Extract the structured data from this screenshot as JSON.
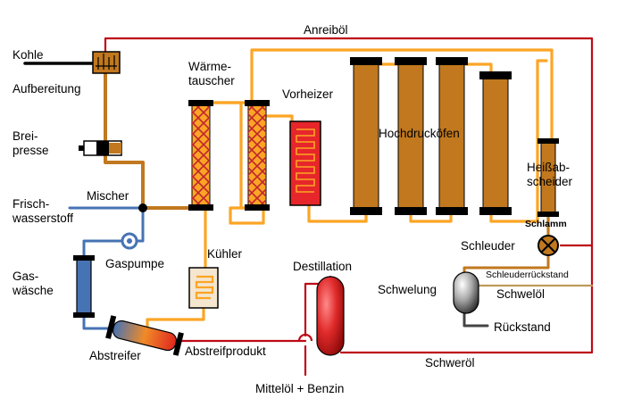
{
  "labels": {
    "kohle": "Kohle",
    "aufbereitung": "Aufbereitung",
    "brei1": "Brei-",
    "brei2": "presse",
    "frisch1": "Frisch-",
    "frisch2": "wasserstoff",
    "mischer": "Mischer",
    "gaspumpe": "Gaspumpe",
    "gas1": "Gas-",
    "gas2": "wäsche",
    "abstreifer": "Abstreifer",
    "abstreifprodukt": "Abstreifprodukt",
    "waerme1": "Wärme-",
    "waerme2": "tauscher",
    "vorheizer": "Vorheizer",
    "kuehler": "Kühler",
    "hochdruck": "Hochdrucköfen",
    "heiss1": "Heißab-",
    "heiss2": "scheider",
    "schlamm": "Schlamm",
    "schleuder": "Schleuder",
    "schleuderrueck": "Schleuderrückstand",
    "schwelung": "Schwelung",
    "schweloel": "Schwelöl",
    "rueckstand": "Rückstand",
    "destillation": "Destillation",
    "schweroel": "Schweröl",
    "mittel": "Mittelöl + Benzin",
    "anreiboel": "Anreiböl"
  },
  "colors": {
    "red": "#bd0a15",
    "orange": "#fca525",
    "brown": "#c1781e",
    "blue": "#4673b4",
    "tan": "#bf9a5a",
    "black": "#000000"
  }
}
